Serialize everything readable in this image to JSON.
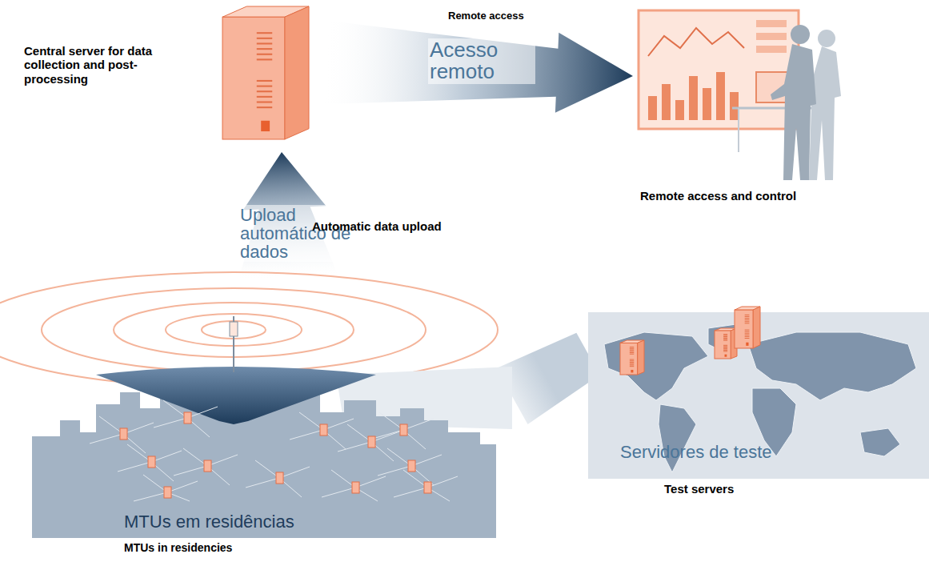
{
  "diagram": {
    "nodes": [
      {
        "text": [
          "Central server for data collection and post-processing"
        ]
      },
      {
        "text": [
          "Remote access and control"
        ]
      },
      {
        "text": [
          "MTUs em residências",
          "MTUs in residencies"
        ]
      },
      {
        "text": [
          "Servidores de teste",
          "Test servers"
        ]
      }
    ],
    "edges": [
      {
        "from": 0,
        "to": 1,
        "arrow": "to",
        "label": "Acesso remoto"
      },
      {
        "from": 2,
        "to": 0,
        "arrow": "to",
        "label": "Upload automático de dados"
      },
      {
        "from": 2,
        "to": 3,
        "arrow": "none"
      }
    ],
    "labels": [
      "Remote access",
      "Automatic data upload"
    ]
  }
}
